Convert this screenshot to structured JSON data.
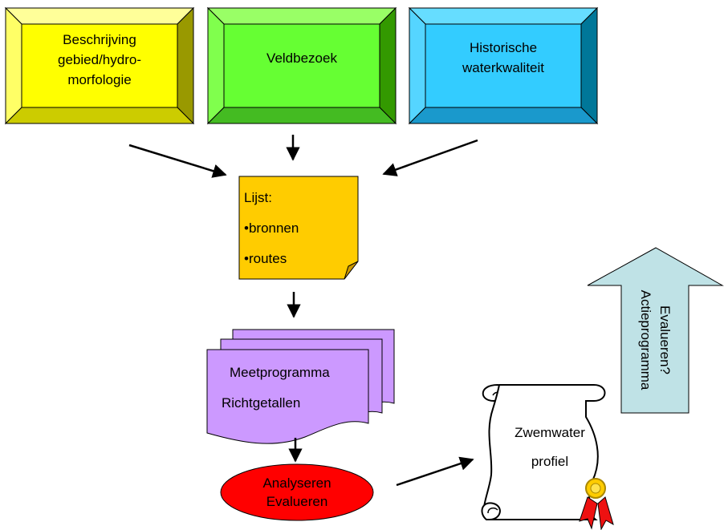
{
  "boxes": {
    "beschrijving": {
      "line1": "Beschrijving",
      "line2": "gebied/hydro-",
      "line3": "morfologie"
    },
    "veldbezoek": {
      "label": "Veldbezoek"
    },
    "historische": {
      "line1": "Historische",
      "line2": "waterkwaliteit"
    }
  },
  "list_note": {
    "title": "Lijst:",
    "item1": "•bronnen",
    "item2": "•routes"
  },
  "documents": {
    "line1": "Meetprogramma",
    "line2": "Richtgetallen"
  },
  "ellipse": {
    "line1": "Analyseren",
    "line2": "Evalueren"
  },
  "scroll": {
    "line1": "Zwemwater",
    "line2": "profiel"
  },
  "side_arrow": {
    "line1": "Evalueren?",
    "line2": "Actieprogramma"
  },
  "colors": {
    "yellow": "#ffff00",
    "green": "#66ff33",
    "cyan": "#33ccff",
    "note": "#ffcc00",
    "purple": "#cc99ff",
    "red": "#ff0000",
    "arrow_fill": "#bfe2e6"
  }
}
